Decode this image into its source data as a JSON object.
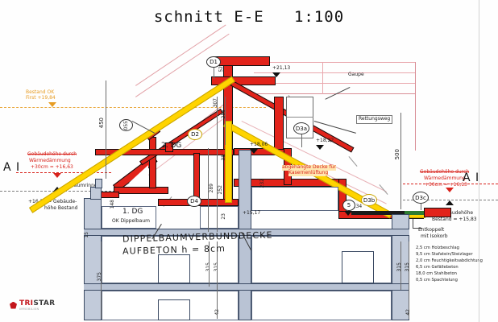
{
  "document": {
    "title": "schnitt E-E   1:100",
    "title_name": "schnitt E-E",
    "scale": "1:100"
  },
  "logo": {
    "brand_first": "TRI",
    "brand_second": "STAR",
    "subtitle": "IMMOBILIEN"
  },
  "levels": {
    "ridge_new": "+21,13",
    "attic_2dg": "+18,06",
    "attic_right": "+18,22",
    "eaves_right": "+15,34",
    "existing_ridge": "+19,84",
    "height_existing_left": "+16,33",
    "height_insulated_left": "+16,63",
    "height_insulated_right": "+16,13",
    "height_existing_right": "+15,83",
    "level_1517": "+15,17"
  },
  "annotations": {
    "existing_ridge_block": "Bestand OK\nFirst +19,84",
    "left_red_line1": "Gebäudehöhe durch",
    "left_red_line2": "Wärmedämmung",
    "left_red_line3": "+30cm = +16,63",
    "left_black_line1": "+16,33 = Gebäude-",
    "left_black_line2": "höhe Bestand",
    "right_red_line1": "Gebäudehöhe durch",
    "right_red_line2": "Wärmedämmung",
    "right_red_line3": "+30cm = +16,13",
    "right_black_line1": "Gebäudehöhe",
    "right_black_line2": "Bestand = +15,83",
    "saumrinne": "Saumrinne",
    "gaupe": "Gaupe",
    "rettungsweg": "Rettungsweg",
    "suspended_ceiling_l1": "abgehängte Decke für",
    "suspended_ceiling_l2": "Kasernenlüftung",
    "decoupled_l1": "Entkoppelt",
    "decoupled_l2": "mit Isokorb",
    "ok_dippelbaum": "OK Dippelbaum",
    "storey_2dg": "2. DG",
    "storey_1dg": "1. DG",
    "hand_line1": "DIPPELBAUMVERBUNDDECKE",
    "hand_line2": "AUFBETON h = 8cm",
    "hand_left_mark": "A I",
    "hand_right_mark": "A I",
    "vert_055": "055"
  },
  "layers": {
    "title_rows": [
      "2,5 cm Holzbeschlag",
      "9,5 cm Stafatein/Steizlager",
      "2,0 cm Feuchtigkeitsabdichtung",
      "6,5 cm Gefällebeton",
      "18,0 cm Stahlbeton",
      "0,5 cm Spachtelung"
    ]
  },
  "bubbles": [
    {
      "id": "D1"
    },
    {
      "id": "D2"
    },
    {
      "id": "D3a"
    },
    {
      "id": "D3b"
    },
    {
      "id": "D3c"
    },
    {
      "id": "D4"
    },
    {
      "id": "5"
    },
    {
      "id": "055"
    }
  ],
  "dimensions": {
    "left_450": "450",
    "right_500": "500",
    "d_307": "307",
    "d_255": "255",
    "d_52": "52",
    "d_38": "38",
    "d_289": "289",
    "d_252": "252",
    "d_232": "232",
    "d_23": "23",
    "d_148": "148",
    "d_15": "15",
    "d_315a": "315",
    "d_315b": "315",
    "d_42": "42",
    "d_375": "375"
  },
  "colors": {
    "red": "#e2231a",
    "yellow": "#ffd400",
    "orange": "#e79c23",
    "wall": "#c2cbda",
    "pink": "#e9a7ad"
  }
}
